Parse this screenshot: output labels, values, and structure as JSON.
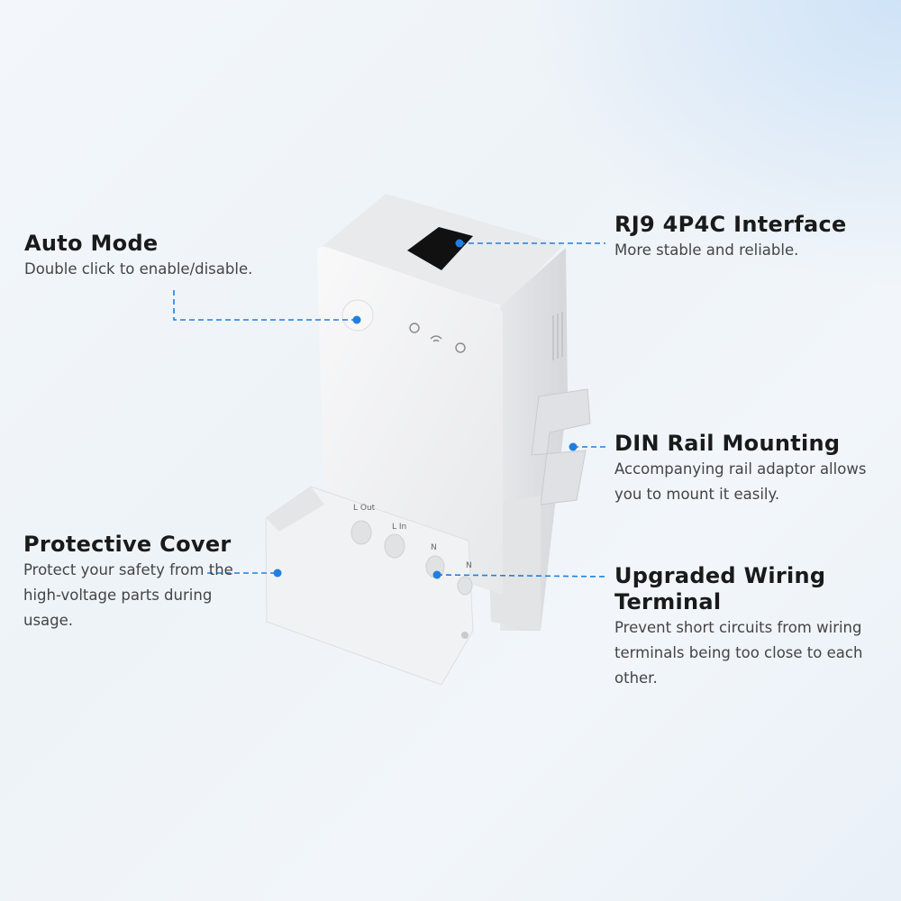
{
  "features": [
    {
      "title": "Auto Mode",
      "desc": "Double click to enable/disable."
    },
    {
      "title": "RJ9 4P4C Interface",
      "desc": "More stable and reliable."
    },
    {
      "title": "DIN Rail Mounting",
      "desc": "Accompanying rail adaptor allows you to mount it easily."
    },
    {
      "title": "Protective Cover",
      "desc": "Protect your safety from the high-voltage parts during usage."
    },
    {
      "title": "Upgraded Wiring Terminal",
      "desc": "Prevent short circuits from wiring terminals being too close to each other."
    }
  ],
  "device": {
    "terminals": [
      "L Out",
      "L In",
      "N",
      "N"
    ]
  },
  "colors": {
    "accent": "#1f7fe0",
    "device": "#f4f4f5"
  }
}
